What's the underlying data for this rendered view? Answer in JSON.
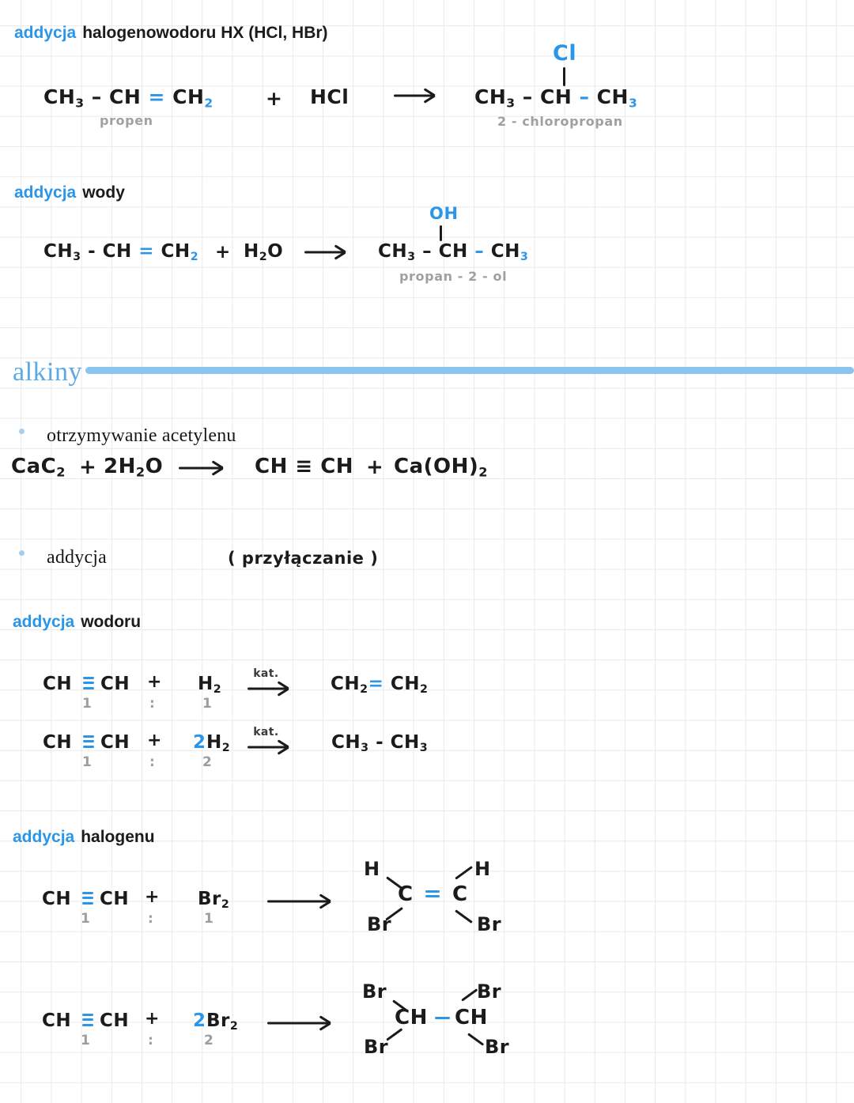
{
  "page": {
    "language": "pl",
    "subject": "chemia - weglowodory",
    "accent_blue": "#2b96e8",
    "heading_blue": "#5aa9e6",
    "rule_blue": "#8cc4f0",
    "gray": "#9d9d9f",
    "ink": "#1b1b1b",
    "grid_color": "#e9e9ea"
  },
  "alkeny": {
    "hx_section": {
      "keyword": "addycja",
      "rest": "halogenowodoru  HX (HCl, HBr)",
      "equation": {
        "reactant1": {
          "parts": [
            "CH",
            "3",
            " – CH ",
            "=",
            " CH",
            "2"
          ],
          "text": "CH3 – CH = CH2"
        },
        "reactant1_name": "propen",
        "plus": "+",
        "reactant2": "HCl",
        "product": {
          "text": "CH3 – CH – CH3",
          "substituent": "Cl"
        },
        "product_name": "2 - chloropropan"
      }
    },
    "water_section": {
      "keyword": "addycja",
      "rest": "wody",
      "equation": {
        "reactant1": "CH3 - CH = CH2",
        "plus": "+",
        "reactant2": "H2O",
        "product": {
          "text": "CH3 – CH – CH3",
          "substituent": "OH"
        },
        "product_name": "propan - 2 - ol"
      }
    }
  },
  "alkiny": {
    "heading": "alkiny",
    "bullets": [
      {
        "label": "otrzymywanie acetylenu"
      },
      {
        "label": "addycja",
        "note": "( przyłączanie )"
      }
    ],
    "acetylene_equation": {
      "reactant1": "CaC2",
      "plus1": "+",
      "reactant2": "2H2O",
      "product1": "CH ≡ CH",
      "plus2": "+",
      "product2": "Ca(OH)2"
    },
    "hydrogen_section": {
      "keyword": "addycja",
      "rest": "wodoru",
      "rows": [
        {
          "reactant1": "CH ≡ CH",
          "plus": "+",
          "reactant2": "H2",
          "reactant2_coeff": "",
          "catalyst": "kat.",
          "product": "CH2 = CH2",
          "ratio_left": "1",
          "ratio_colon": ":",
          "ratio_right": "1"
        },
        {
          "reactant1": "CH ≡ CH",
          "plus": "+",
          "reactant2": "H2",
          "reactant2_coeff": "2",
          "catalyst": "kat.",
          "product": "CH3 - CH3",
          "ratio_left": "1",
          "ratio_colon": ":",
          "ratio_right": "2"
        }
      ]
    },
    "halogen_section": {
      "keyword": "addycja",
      "rest": "halogenu",
      "rows": [
        {
          "reactant1": "CH ≡ CH",
          "plus": "+",
          "reactant2": "Br2",
          "reactant2_coeff": "",
          "ratio_left": "1",
          "ratio_colon": ":",
          "ratio_right": "1",
          "product_structure": {
            "top_left": "H",
            "bottom_left": "Br",
            "center_left": "C",
            "bond": "=",
            "center_right": "C",
            "top_right": "H",
            "bottom_right": "Br"
          }
        },
        {
          "reactant1": "CH ≡ CH",
          "plus": "+",
          "reactant2": "Br2",
          "reactant2_coeff": "2",
          "ratio_left": "1",
          "ratio_colon": ":",
          "ratio_right": "2",
          "product_structure": {
            "top_left": "Br",
            "bottom_left": "Br",
            "center_left": "CH",
            "bond": "-",
            "center_right": "CH",
            "top_right": "Br",
            "bottom_right": "Br"
          }
        }
      ]
    }
  }
}
